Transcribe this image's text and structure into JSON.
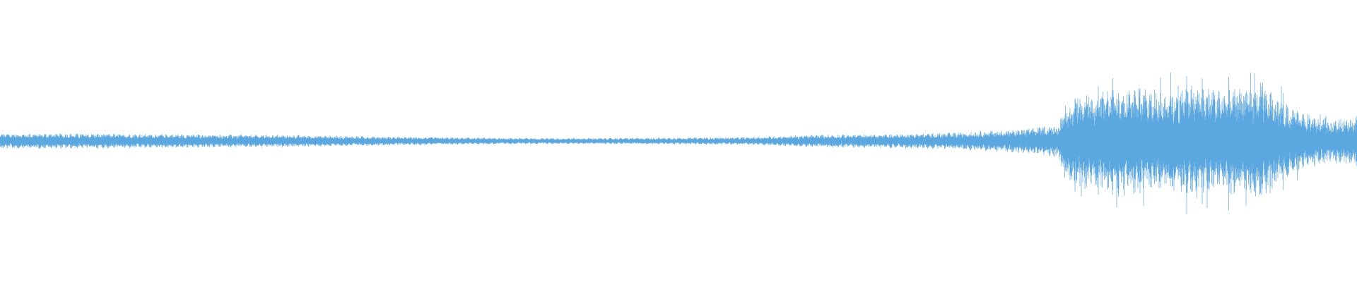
{
  "waveform": {
    "color": "#5ba7e0",
    "amplitude_profile": [
      [
        0.0,
        0.055
      ],
      [
        0.05,
        0.055
      ],
      [
        0.1,
        0.052
      ],
      [
        0.2,
        0.045
      ],
      [
        0.25,
        0.038
      ],
      [
        0.3,
        0.03
      ],
      [
        0.35,
        0.025
      ],
      [
        0.4,
        0.022
      ],
      [
        0.45,
        0.022
      ],
      [
        0.5,
        0.025
      ],
      [
        0.55,
        0.028
      ],
      [
        0.6,
        0.045
      ],
      [
        0.65,
        0.05
      ],
      [
        0.7,
        0.06
      ],
      [
        0.75,
        0.085
      ],
      [
        0.78,
        0.12
      ],
      [
        0.785,
        0.28
      ],
      [
        0.8,
        0.33
      ],
      [
        0.83,
        0.42
      ],
      [
        0.86,
        0.36
      ],
      [
        0.88,
        0.42
      ],
      [
        0.9,
        0.36
      ],
      [
        0.93,
        0.42
      ],
      [
        0.95,
        0.26
      ],
      [
        0.96,
        0.2
      ],
      [
        0.98,
        0.15
      ],
      [
        1.0,
        0.18
      ]
    ]
  }
}
